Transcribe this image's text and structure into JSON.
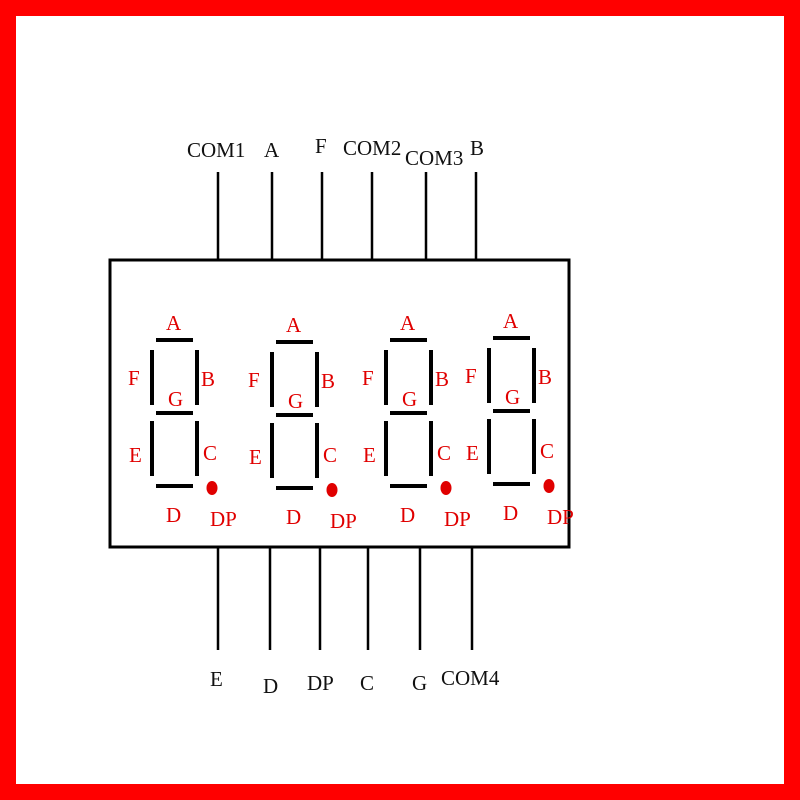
{
  "colors": {
    "frame": "#ff0000",
    "segment_label": "#e00000",
    "decimal_point": "#e00000",
    "line": "#000000"
  },
  "pins": {
    "top": [
      "COM1",
      "A",
      "F",
      "COM2",
      "COM3",
      "B"
    ],
    "bottom": [
      "E",
      "D",
      "DP",
      "C",
      "G",
      "COM4"
    ]
  },
  "digits": [
    {
      "labels": {
        "a": "A",
        "b": "B",
        "c": "C",
        "d": "D",
        "e": "E",
        "f": "F",
        "g": "G",
        "dp": "DP"
      }
    },
    {
      "labels": {
        "a": "A",
        "b": "B",
        "c": "C",
        "d": "D",
        "e": "E",
        "f": "F",
        "g": "G",
        "dp": "DP"
      }
    },
    {
      "labels": {
        "a": "A",
        "b": "B",
        "c": "C",
        "d": "D",
        "e": "E",
        "f": "F",
        "g": "G",
        "dp": "DP"
      }
    },
    {
      "labels": {
        "a": "A",
        "b": "B",
        "c": "C",
        "d": "D",
        "e": "E",
        "f": "F",
        "g": "G",
        "dp": "DP"
      }
    }
  ]
}
